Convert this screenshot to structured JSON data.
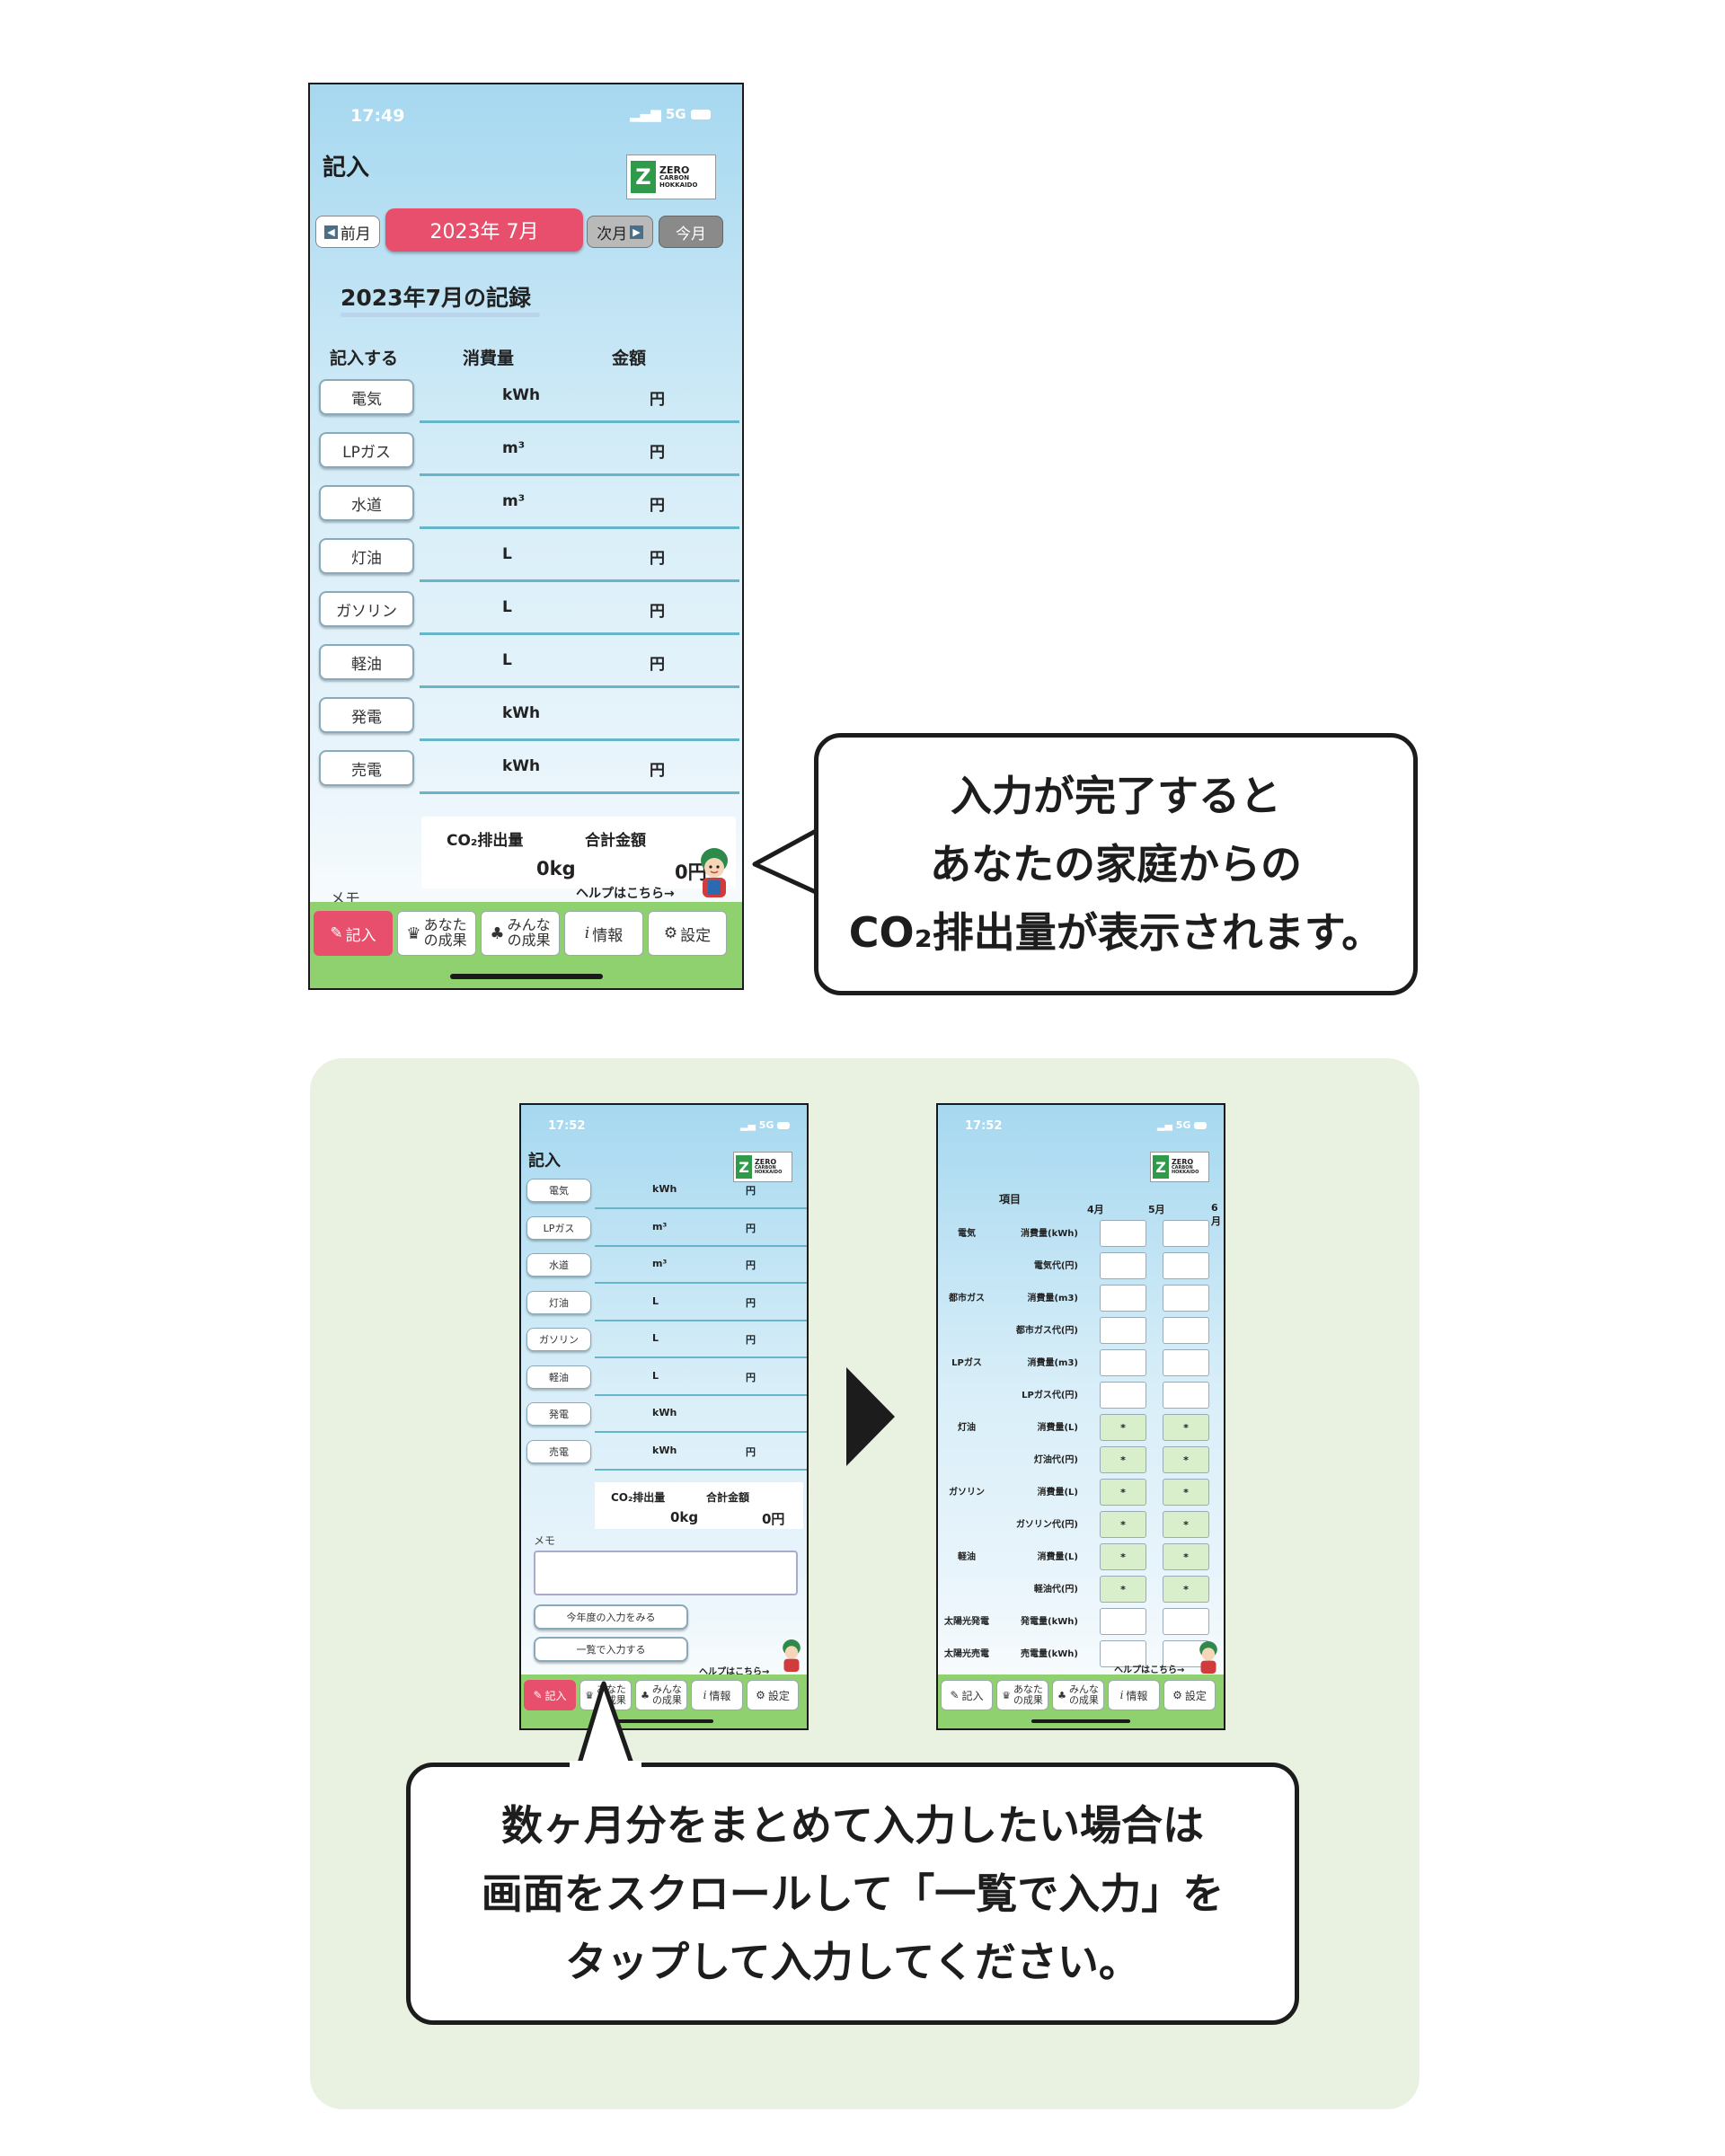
{
  "phone1": {
    "status": {
      "time": "17:49",
      "signal": "5G"
    },
    "title": "記入",
    "logo": {
      "lines": [
        "ZERO",
        "CARBON",
        "HOKKAIDO"
      ]
    },
    "month_nav": {
      "prev": "前月",
      "current": "2023年 7月",
      "next": "次月",
      "today": "今月"
    },
    "record_title": "2023年7月の記録",
    "headers": {
      "entry": "記入する",
      "usage": "消費量",
      "amount": "金額"
    },
    "rows": [
      {
        "label": "電気",
        "unit": "kWh",
        "yen": "円"
      },
      {
        "label": "LPガス",
        "unit": "m³",
        "yen": "円"
      },
      {
        "label": "水道",
        "unit": "m³",
        "yen": "円"
      },
      {
        "label": "灯油",
        "unit": "L",
        "yen": "円"
      },
      {
        "label": "ガソリン",
        "unit": "L",
        "yen": "円"
      },
      {
        "label": "軽油",
        "unit": "L",
        "yen": "円"
      },
      {
        "label": "発電",
        "unit": "kWh",
        "yen": ""
      },
      {
        "label": "売電",
        "unit": "kWh",
        "yen": "円"
      }
    ],
    "summary": {
      "co2_label": "CO₂排出量",
      "total_label": "合計金額",
      "co2_value": "0kg",
      "total_value": "0円"
    },
    "memo_label": "メモ",
    "help_link": "ヘルプはこちら→",
    "tabs": [
      {
        "icon": "✎",
        "label": "記入"
      },
      {
        "icon": "♛",
        "label1": "あなた",
        "label2": "の成果"
      },
      {
        "icon": "♣",
        "label1": "みんな",
        "label2": "の成果"
      },
      {
        "icon": "i",
        "label": "情報"
      },
      {
        "icon": "⚙",
        "label": "設定"
      }
    ]
  },
  "callout1": {
    "lines": [
      "入力が完了すると",
      "あなたの家庭からの",
      "CO₂排出量が表示されます。"
    ]
  },
  "phone2": {
    "status": {
      "time": "17:52",
      "signal": "5G"
    },
    "title": "記入",
    "rows": [
      {
        "label": "電気",
        "unit": "kWh",
        "yen": "円"
      },
      {
        "label": "LPガス",
        "unit": "m³",
        "yen": "円"
      },
      {
        "label": "水道",
        "unit": "m³",
        "yen": "円"
      },
      {
        "label": "灯油",
        "unit": "L",
        "yen": "円"
      },
      {
        "label": "ガソリン",
        "unit": "L",
        "yen": "円"
      },
      {
        "label": "軽油",
        "unit": "L",
        "yen": "円"
      },
      {
        "label": "発電",
        "unit": "kWh",
        "yen": ""
      },
      {
        "label": "売電",
        "unit": "kWh",
        "yen": "円"
      }
    ],
    "summary": {
      "co2_label": "CO₂排出量",
      "total_label": "合計金額",
      "co2_value": "0kg",
      "total_value": "0円"
    },
    "memo_label": "メモ",
    "btn_year": "今年度の入力をみる",
    "btn_list": "一覧で入力する",
    "help_link": "ヘルプはこちら→"
  },
  "phone3": {
    "status": {
      "time": "17:52",
      "signal": "5G"
    },
    "header_item": "項目",
    "months": [
      "4月",
      "5月",
      "6月"
    ],
    "rows": [
      {
        "cat": "電気",
        "item": "消費量(kWh)",
        "filled": false
      },
      {
        "cat": "",
        "item": "電気代(円)",
        "filled": false
      },
      {
        "cat": "都市ガス",
        "item": "消費量(m3)",
        "filled": false
      },
      {
        "cat": "",
        "item": "都市ガス代(円)",
        "filled": false
      },
      {
        "cat": "LPガス",
        "item": "消費量(m3)",
        "filled": false
      },
      {
        "cat": "",
        "item": "LPガス代(円)",
        "filled": false
      },
      {
        "cat": "灯油",
        "item": "消費量(L)",
        "filled": true
      },
      {
        "cat": "",
        "item": "灯油代(円)",
        "filled": true
      },
      {
        "cat": "ガソリン",
        "item": "消費量(L)",
        "filled": true
      },
      {
        "cat": "",
        "item": "ガソリン代(円)",
        "filled": true
      },
      {
        "cat": "軽油",
        "item": "消費量(L)",
        "filled": true
      },
      {
        "cat": "",
        "item": "軽油代(円)",
        "filled": true
      },
      {
        "cat": "太陽光発電",
        "item": "発電量(kWh)",
        "filled": false
      },
      {
        "cat": "太陽光売電",
        "item": "売電量(kWh)",
        "filled": false
      }
    ],
    "cell_mark": "*",
    "help_link": "ヘルプはこちら→"
  },
  "callout2": {
    "lines": [
      "数ヶ月分をまとめて入力したい場合は",
      "画面をスクロールして「一覧で入力」を",
      "タップして入力してください。"
    ]
  },
  "colors": {
    "accent_pink": "#e84f6c",
    "tab_green": "#8fd06f",
    "panel_green": "#e9f2e0",
    "sky_blue": "#a6d8f0"
  }
}
